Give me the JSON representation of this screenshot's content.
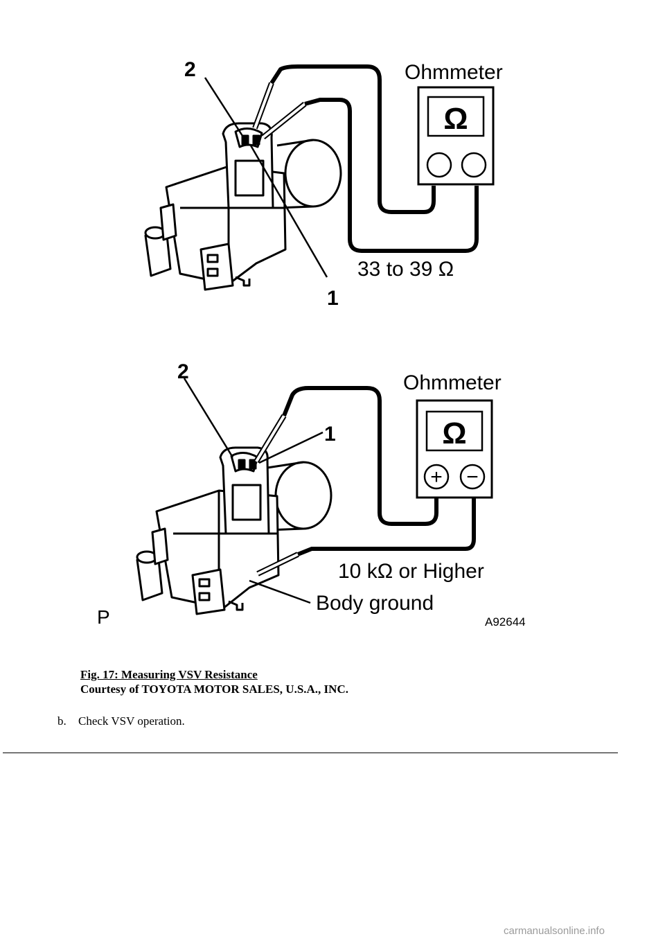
{
  "figure": {
    "top_diagram": {
      "meter_label": "Ohmmeter",
      "meter_symbol": "Ω",
      "callout_1": "1",
      "callout_2": "2",
      "reading": "33 to 39 Ω"
    },
    "bottom_diagram": {
      "meter_label": "Ohmmeter",
      "meter_symbol": "Ω",
      "terminal_plus": "+",
      "terminal_minus": "−",
      "callout_1": "1",
      "callout_2": "2",
      "reading": "10 kΩ or Higher",
      "ground_label": "Body ground",
      "corner_mark": "P",
      "figure_code": "A92644"
    }
  },
  "caption": {
    "title": "Fig. 17: Measuring VSV Resistance",
    "credit": "Courtesy of TOYOTA MOTOR SALES, U.S.A., INC."
  },
  "step": {
    "marker": "b.",
    "text": "Check VSV operation."
  },
  "watermark": "carmanualsonline.info"
}
